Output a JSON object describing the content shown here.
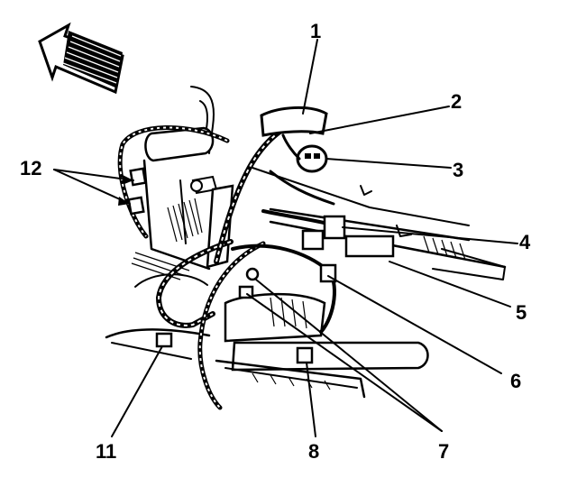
{
  "diagram": {
    "direction_icon": "front-arrow-icon",
    "callouts": [
      {
        "id": "c1",
        "label": "1"
      },
      {
        "id": "c2",
        "label": "2"
      },
      {
        "id": "c3",
        "label": "3"
      },
      {
        "id": "c4",
        "label": "4"
      },
      {
        "id": "c5",
        "label": "5"
      },
      {
        "id": "c6",
        "label": "6"
      },
      {
        "id": "c7",
        "label": "7"
      },
      {
        "id": "c8",
        "label": "8"
      },
      {
        "id": "c11",
        "label": "11"
      },
      {
        "id": "c12",
        "label": "12"
      }
    ]
  }
}
